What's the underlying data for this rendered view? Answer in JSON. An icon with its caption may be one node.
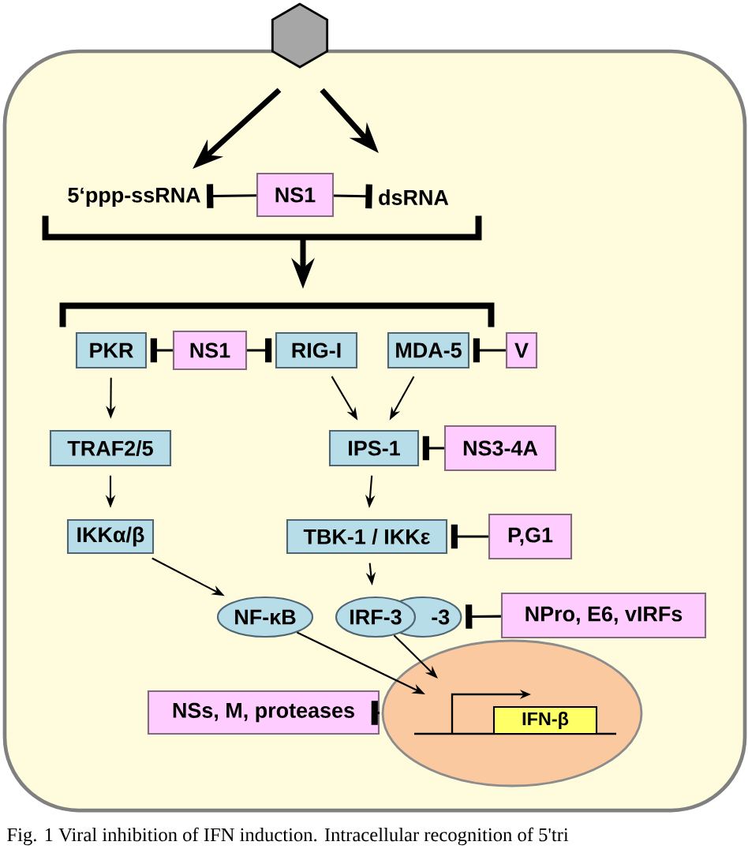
{
  "diagram": {
    "caption": "Fig. 1 Viral inhibition of IFN induction. Intracellular recognition of 5'tri",
    "nodes": [
      {
        "text": [],
        "shape": "hexagon"
      },
      {
        "text": [],
        "shape": "box"
      },
      {
        "text": [
          "5‘ppp-ssRNA"
        ],
        "in": 1
      },
      {
        "text": [
          "NS1"
        ],
        "in": 1
      },
      {
        "text": [
          "dsRNA"
        ],
        "in": 1
      },
      {
        "text": [],
        "shape": "bracket",
        "in": 1
      },
      {
        "text": [],
        "shape": "bracket",
        "in": 1
      },
      {
        "text": [
          "PKR"
        ],
        "in": 1
      },
      {
        "text": [
          "NS1"
        ],
        "in": 1
      },
      {
        "text": [
          "RIG-I"
        ],
        "in": 1
      },
      {
        "text": [
          "MDA-5"
        ],
        "in": 1
      },
      {
        "text": [
          "V"
        ],
        "in": 1
      },
      {
        "text": [
          "TRAF2/5"
        ],
        "in": 1
      },
      {
        "text": [
          "IPS-1"
        ],
        "in": 1
      },
      {
        "text": [
          "NS3-4A"
        ],
        "in": 1
      },
      {
        "text": [
          "IKKα/β"
        ],
        "in": 1
      },
      {
        "text": [
          "TBK-1 / IKKε"
        ],
        "in": 1
      },
      {
        "text": [
          "P,G1"
        ],
        "in": 1
      },
      {
        "text": [
          "NF-κB"
        ],
        "in": 1
      },
      {
        "text": [
          "IRF-3"
        ],
        "in": 1
      },
      {
        "text": [
          "-3"
        ],
        "in": 1
      },
      {
        "text": [
          "NPro, E6, vIRFs"
        ],
        "in": 1
      },
      {
        "text": [],
        "shape": "ellipse",
        "in": 1
      },
      {
        "text": [
          "NSs, M, proteases"
        ],
        "in": 1
      },
      {
        "text": [
          "IFN-β"
        ],
        "in": 22
      }
    ],
    "edges": [
      {
        "from": 0,
        "to": 2,
        "arrow": "to",
        "style": "thick"
      },
      {
        "from": 0,
        "to": 4,
        "arrow": "to",
        "style": "thick"
      },
      {
        "from": 3,
        "to": 2,
        "arrow": "other"
      },
      {
        "from": 3,
        "to": 4,
        "arrow": "other"
      },
      {
        "from": 5,
        "to": 6,
        "arrow": "to",
        "style": "thick"
      },
      {
        "from": 8,
        "to": 7,
        "arrow": "other"
      },
      {
        "from": 8,
        "to": 9,
        "arrow": "other"
      },
      {
        "from": 11,
        "to": 10,
        "arrow": "other"
      },
      {
        "from": 7,
        "to": 12,
        "arrow": "to"
      },
      {
        "from": 9,
        "to": 13,
        "arrow": "to"
      },
      {
        "from": 10,
        "to": 13,
        "arrow": "to"
      },
      {
        "from": 14,
        "to": 13,
        "arrow": "other"
      },
      {
        "from": 12,
        "to": 15,
        "arrow": "to"
      },
      {
        "from": 13,
        "to": 16,
        "arrow": "to"
      },
      {
        "from": 17,
        "to": 16,
        "arrow": "other"
      },
      {
        "from": 15,
        "to": 18,
        "arrow": "to"
      },
      {
        "from": 16,
        "to": 19,
        "arrow": "to"
      },
      {
        "from": 21,
        "to": 20,
        "arrow": "other"
      },
      {
        "from": 18,
        "to": 22,
        "arrow": "to"
      },
      {
        "from": 19,
        "to": 22,
        "arrow": "to"
      },
      {
        "from": 23,
        "to": 22,
        "arrow": "other"
      }
    ]
  }
}
